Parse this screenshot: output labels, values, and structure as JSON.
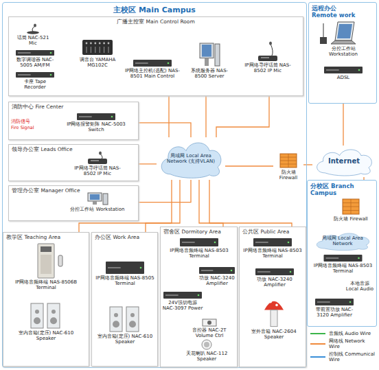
{
  "diagram": {
    "nodes": [
      {
        "text": [
          "主校区 Main Campus"
        ]
      },
      {
        "text": [
          "广播主控室 Main Control Room"
        ],
        "in": 0
      },
      {
        "text": [
          "话筒 NAC-521 Mic"
        ],
        "in": 1
      },
      {
        "text": [
          "数字调谐器 NAC-5005 AM/FM"
        ],
        "in": 1
      },
      {
        "text": [
          "卡座 Tape Recorder"
        ],
        "in": 1
      },
      {
        "text": [
          "调音台 YAMAHA MG102C"
        ],
        "in": 1
      },
      {
        "text": [
          "IP网络主控机(选配) NAS-8501 Main Control"
        ],
        "in": 1
      },
      {
        "text": [
          "系统服务器 NAS-8500 Server"
        ],
        "in": 1
      },
      {
        "text": [
          "IP网络寻呼话筒 NAS-8502 IP Mic"
        ],
        "in": 1
      },
      {
        "text": [
          "消防中心 Fire Center"
        ],
        "in": 0
      },
      {
        "text": [
          "IP网络报警矩阵 NAC-5003 Switch"
        ],
        "in": 9
      },
      {
        "text": [
          "领导办公室 Leads Office"
        ],
        "in": 0
      },
      {
        "text": [
          "IP网络寻呼话筒 NAS-8502 IP Mic"
        ],
        "in": 11
      },
      {
        "text": [
          "管理办公室 Manager Office"
        ],
        "in": 0
      },
      {
        "text": [
          "分控工作站 Workstation"
        ],
        "in": 13
      },
      {
        "text": [
          "局域网 Local Area Network (支持VLAN)"
        ],
        "in": 0
      },
      {
        "text": [
          "教学区 Teaching Area"
        ],
        "in": 0
      },
      {
        "text": [
          "IP网络音频终端 NAS-8506B Terminal"
        ],
        "in": 16
      },
      {
        "text": [
          "室内音箱(定压) NAC-610 Speaker"
        ],
        "in": 16
      },
      {
        "text": [
          "办公区 Work Area"
        ],
        "in": 0
      },
      {
        "text": [
          "IP网络音频终端 NAS-8505 Terminal"
        ],
        "in": 19
      },
      {
        "text": [
          "室内音箱(定压) NAC-610 Speaker"
        ],
        "in": 19
      },
      {
        "text": [
          "宿舍区 Dormitory Area"
        ],
        "in": 0
      },
      {
        "text": [
          "IP网络音频终端 NAS-8503 Terminal"
        ],
        "in": 22
      },
      {
        "text": [
          "功放 NAC-3240 Amplifier"
        ],
        "in": 22
      },
      {
        "text": [
          "24V强切电源 NAC-3097 Power"
        ],
        "in": 22
      },
      {
        "text": [
          "音控器 NAC-2T Volume Ctrl"
        ],
        "in": 22
      },
      {
        "text": [
          "天花喇叭 NAC-112 Speaker"
        ],
        "in": 22
      },
      {
        "text": [
          "公共区 Public Area"
        ],
        "in": 0
      },
      {
        "text": [
          "IP网络音频终端 NAS-8503 Terminal"
        ],
        "in": 28
      },
      {
        "text": [
          "功放 NAC-3240 Amplifier"
        ],
        "in": 28
      },
      {
        "text": [
          "室外音箱 NAC-2604 Speaker"
        ],
        "in": 28
      },
      {
        "text": [
          "防火墙 Firewall"
        ],
        "in": 0
      },
      {
        "text": [
          "Internet"
        ]
      },
      {
        "text": [
          "远程办公 Remote work"
        ]
      },
      {
        "text": [
          "分控工作站 Workstation"
        ],
        "in": 34
      },
      {
        "text": [
          "ADSL"
        ],
        "in": 34
      },
      {
        "text": [
          "分校区 Branch Campus"
        ]
      },
      {
        "text": [
          "防火墙 Firewall"
        ],
        "in": 37
      },
      {
        "text": [
          "局域网 Local Area Network"
        ],
        "in": 37
      },
      {
        "text": [
          "IP网络音频终端 NAS-8503 Terminal"
        ],
        "in": 37
      },
      {
        "text": [
          "本地音源 Local Audio"
        ],
        "in": 37
      },
      {
        "text": [
          "带前置功放 NAC-3120 Amplifier"
        ],
        "in": 37
      }
    ],
    "edges": [
      {
        "from": 2,
        "to": 5,
        "arrow": "to"
      },
      {
        "from": 3,
        "to": 5,
        "arrow": "to"
      },
      {
        "from": 4,
        "to": 5,
        "arrow": "to"
      },
      {
        "from": 5,
        "to": 6,
        "arrow": "to"
      },
      {
        "from": 6,
        "to": 7,
        "arrow": "none"
      },
      {
        "from": 6,
        "to": 15,
        "arrow": "none"
      },
      {
        "from": 7,
        "to": 15,
        "arrow": "none"
      },
      {
        "from": 8,
        "to": 15,
        "arrow": "none"
      },
      {
        "from": 10,
        "to": 15,
        "arrow": "none"
      },
      {
        "from": 12,
        "to": 15,
        "arrow": "none"
      },
      {
        "from": 14,
        "to": 15,
        "arrow": "none"
      },
      {
        "from": 15,
        "to": 17,
        "arrow": "none"
      },
      {
        "from": 15,
        "to": 20,
        "arrow": "none"
      },
      {
        "from": 15,
        "to": 23,
        "arrow": "none"
      },
      {
        "from": 15,
        "to": 29,
        "arrow": "none"
      },
      {
        "from": 15,
        "to": 32,
        "arrow": "none"
      },
      {
        "from": 32,
        "to": 33,
        "arrow": "none"
      },
      {
        "from": 33,
        "to": 36,
        "arrow": "none"
      },
      {
        "from": 36,
        "to": 35,
        "arrow": "none"
      },
      {
        "from": 33,
        "to": 38,
        "arrow": "none"
      },
      {
        "from": 38,
        "to": 39,
        "arrow": "none"
      },
      {
        "from": 39,
        "to": 40,
        "arrow": "none"
      },
      {
        "from": 17,
        "to": 18,
        "arrow": "to"
      },
      {
        "from": 20,
        "to": 21,
        "arrow": "to"
      },
      {
        "from": 23,
        "to": 24,
        "arrow": "to"
      },
      {
        "from": 23,
        "to": 25,
        "arrow": "none"
      },
      {
        "from": 24,
        "to": 26,
        "arrow": "to"
      },
      {
        "from": 25,
        "to": 26,
        "arrow": "none"
      },
      {
        "from": 26,
        "to": 27,
        "arrow": "to"
      },
      {
        "from": 29,
        "to": 30,
        "arrow": "to"
      },
      {
        "from": 30,
        "to": 31,
        "arrow": "to"
      },
      {
        "from": 41,
        "to": 40,
        "arrow": "to"
      },
      {
        "from": 40,
        "to": 42,
        "arrow": "to"
      }
    ],
    "labels": [
      "消防信号",
      "Fire Signal"
    ],
    "legend": [
      {
        "text": "音频线 Audio Wire",
        "color": "#3bb54a"
      },
      {
        "text": "网络线 Network Wire",
        "color": "#f08a3c"
      },
      {
        "text": "控制线 Communical Wire",
        "color": "#3a8fd8"
      }
    ]
  }
}
